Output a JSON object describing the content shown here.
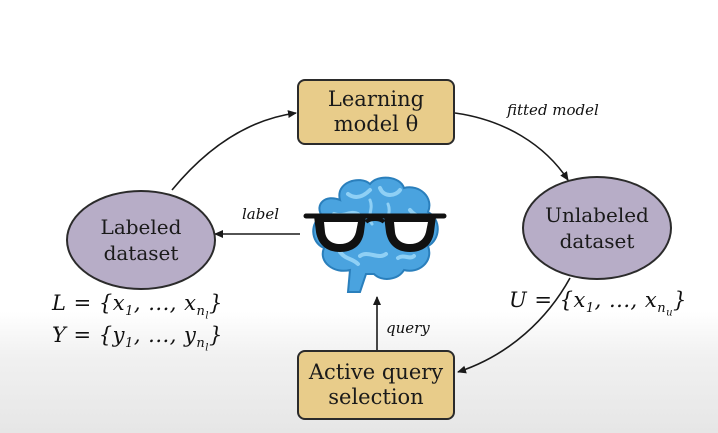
{
  "nodes": {
    "learning_model": {
      "line1": "Learning",
      "line2": "model θ"
    },
    "labeled_dataset": {
      "line1": "Labeled",
      "line2": "dataset"
    },
    "unlabeled_dataset": {
      "line1": "Unlabeled",
      "line2": "dataset"
    },
    "active_query": {
      "line1": "Active query",
      "line2": "selection"
    }
  },
  "edges": {
    "fitted_model": "fitted model",
    "label": "label",
    "query": "query"
  },
  "formulas": {
    "L_prefix": "L = {x",
    "L_mid": ", ..., x",
    "L_sub1": "1",
    "L_subn": "n",
    "L_subl": "l",
    "L_close": "}",
    "Y_prefix": "Y = {y",
    "Y_mid": ", ..., y",
    "Y_sub1": "1",
    "Y_subn": "n",
    "Y_subl": "l",
    "Y_close": "}",
    "U_prefix": "U = {x",
    "U_mid": ", ..., x",
    "U_sub1": "1",
    "U_subn": "n",
    "U_subu": "u",
    "U_close": "}"
  },
  "icons": {
    "brain": "brain-with-glasses-icon"
  },
  "colors": {
    "box_fill": "#e8cc8a",
    "ellipse_fill": "#b7adc7",
    "brain_blue": "#4aa3df",
    "brain_light": "#8fd0f5"
  }
}
